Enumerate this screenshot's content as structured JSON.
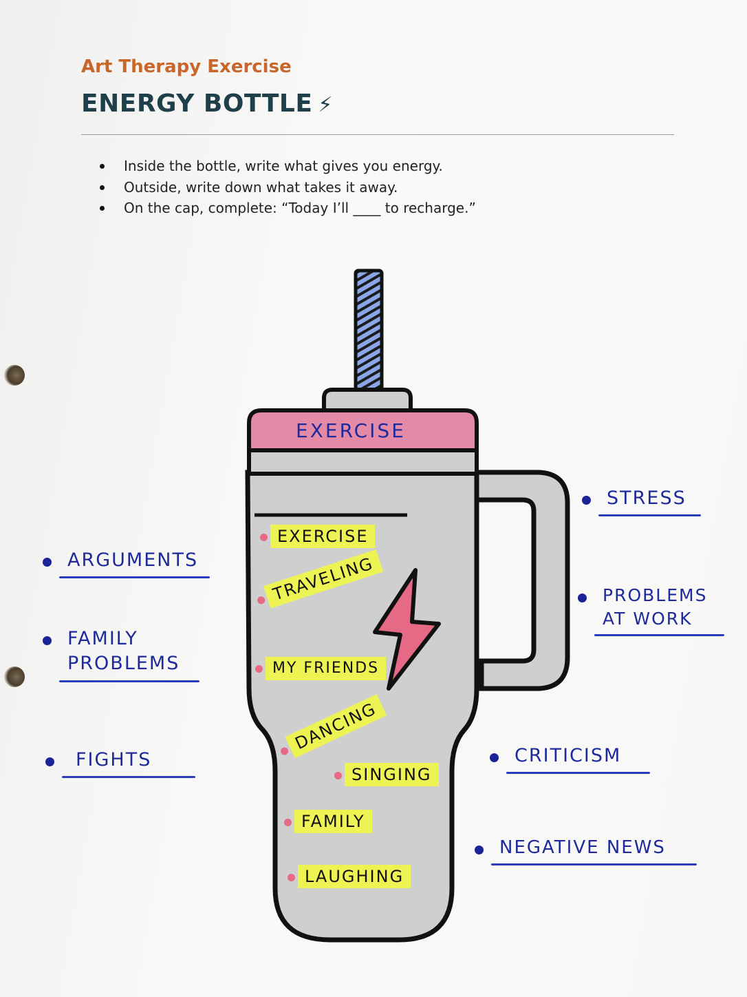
{
  "header": {
    "subtitle": "Art Therapy Exercise",
    "title": "ENERGY BOTTLE",
    "title_icon": "lightning-bolt-icon"
  },
  "instructions": [
    "Inside the bottle, write what gives you energy.",
    "Outside, write down what takes it away.",
    "On the cap, complete: “Today I’ll ____ to recharge.”"
  ],
  "bottle": {
    "cap_text": "EXERCISE",
    "inside_items": [
      "EXERCISE",
      "TRAVELING",
      "MY FRIENDS",
      "DANCING",
      "SINGING",
      "FAMILY",
      "LAUGHING"
    ]
  },
  "outside": {
    "left": [
      "ARGUMENTS",
      "FAMILY PROBLEMS",
      "FIGHTS"
    ],
    "right": [
      "STRESS",
      "PROBLEMS AT WORK",
      "CRITICISM",
      "NEGATIVE NEWS"
    ]
  },
  "colors": {
    "ink_blue": "#1e2a9c",
    "highlighter_yellow": "#eef354",
    "cap_pink": "#e58aa6",
    "bolt_pink": "#e66a86",
    "straw_blue": "#7b9be0",
    "bottle_gray": "#cfcfcf",
    "subtitle_orange": "#c8662b",
    "title_teal": "#1f3f4a"
  }
}
